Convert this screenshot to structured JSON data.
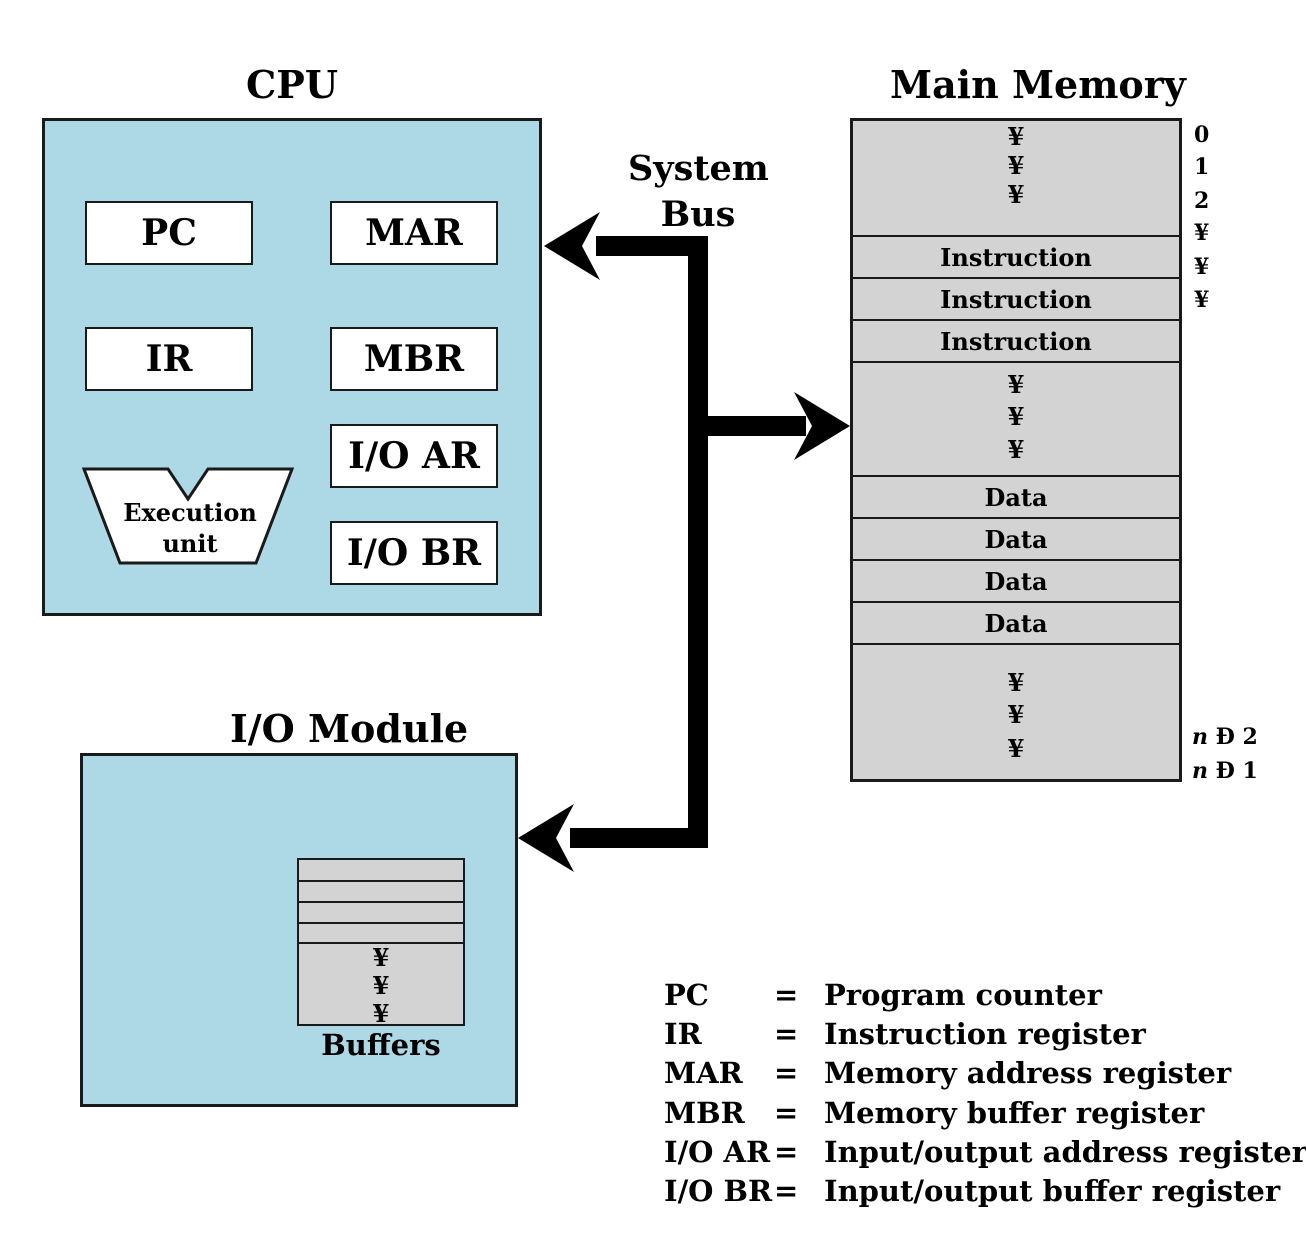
{
  "cpu": {
    "title": "CPU",
    "registers": {
      "pc": "PC",
      "mar": "MAR",
      "ir": "IR",
      "mbr": "MBR",
      "ioar": "I/O AR",
      "iobr": "I/O BR"
    },
    "execution_unit": [
      "Execution",
      "unit"
    ]
  },
  "bus": {
    "label": [
      "System",
      "Bus"
    ]
  },
  "memory": {
    "title": "Main Memory",
    "ellipsis": "¥",
    "instruction_label": "Instruction",
    "data_label": "Data",
    "addresses_top": [
      "0",
      "1",
      "2",
      "¥",
      "¥",
      "¥"
    ],
    "addresses_bottom": [
      {
        "var": "n",
        "rest": " Ð 2"
      },
      {
        "var": "n",
        "rest": " Ð 1"
      }
    ]
  },
  "io": {
    "title": "I/O Module",
    "buffers_label": "Buffers",
    "ellipsis": "¥"
  },
  "legend": [
    {
      "abbr": "PC",
      "eq": "=",
      "meaning": "Program counter"
    },
    {
      "abbr": "IR",
      "eq": "=",
      "meaning": "Instruction register"
    },
    {
      "abbr": "MAR",
      "eq": "=",
      "meaning": "Memory address register"
    },
    {
      "abbr": "MBR",
      "eq": "=",
      "meaning": "Memory buffer register"
    },
    {
      "abbr": "I/O AR",
      "eq": "=",
      "meaning": "Input/output address register"
    },
    {
      "abbr": "I/O BR",
      "eq": "=",
      "meaning": "Input/output buffer register"
    }
  ],
  "colors": {
    "panel": "#add8e6",
    "memory": "#d3d3d3",
    "bus": "#000000"
  }
}
